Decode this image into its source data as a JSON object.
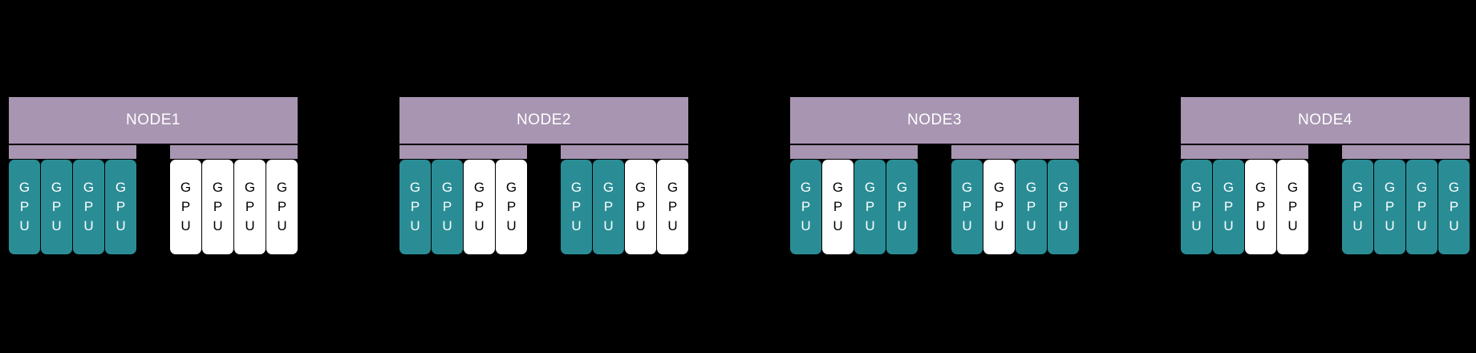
{
  "colors": {
    "background": "#000000",
    "node_bar": "#a795b1",
    "node_text": "#ffffff",
    "gpu_active": "#2a8d96",
    "gpu_active_text": "#ffffff",
    "gpu_idle": "#ffffff",
    "gpu_idle_text": "#000000"
  },
  "gpu_label": "GPU",
  "nodes": [
    {
      "label": "NODE1",
      "sockets": [
        {
          "gpus": [
            "active",
            "active",
            "active",
            "active"
          ]
        },
        {
          "gpus": [
            "idle",
            "idle",
            "idle",
            "idle"
          ]
        }
      ]
    },
    {
      "label": "NODE2",
      "sockets": [
        {
          "gpus": [
            "active",
            "active",
            "idle",
            "idle"
          ]
        },
        {
          "gpus": [
            "active",
            "active",
            "idle",
            "idle"
          ]
        }
      ]
    },
    {
      "label": "NODE3",
      "sockets": [
        {
          "gpus": [
            "active",
            "idle",
            "active",
            "active"
          ]
        },
        {
          "gpus": [
            "active",
            "idle",
            "active",
            "active"
          ]
        }
      ]
    },
    {
      "label": "NODE4",
      "sockets": [
        {
          "gpus": [
            "active",
            "active",
            "idle",
            "idle"
          ]
        },
        {
          "gpus": [
            "active",
            "active",
            "active",
            "active"
          ]
        }
      ]
    }
  ]
}
